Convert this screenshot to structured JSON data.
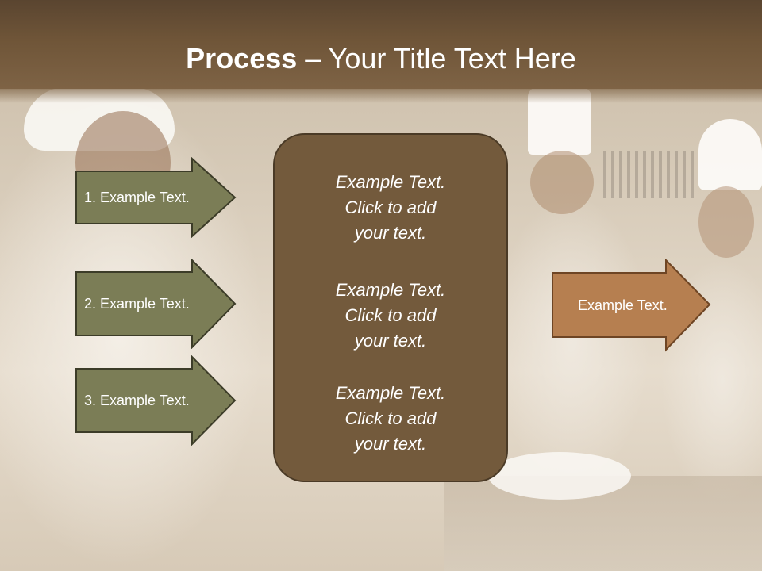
{
  "title": {
    "bold": "Process",
    "rest": " – Your Title Text Here"
  },
  "left_steps": [
    {
      "label": "1. Example Text."
    },
    {
      "label": "2. Example Text."
    },
    {
      "label": "3. Example Text."
    }
  ],
  "center_blocks": [
    {
      "lines": [
        "Example Text.",
        "Click  to add",
        "your text."
      ]
    },
    {
      "lines": [
        "Example Text.",
        "Click  to add",
        "your text."
      ]
    },
    {
      "lines": [
        "Example Text.",
        "Click  to add",
        "your text."
      ]
    }
  ],
  "output_arrow": {
    "label": "Example Text."
  },
  "colors": {
    "title_bar": "#6f5538",
    "step_fill": "#7b7d56",
    "step_border": "#3c3c28",
    "center_fill": "#735a3c",
    "output_fill": "#b67f50",
    "output_border": "#6e4524"
  }
}
